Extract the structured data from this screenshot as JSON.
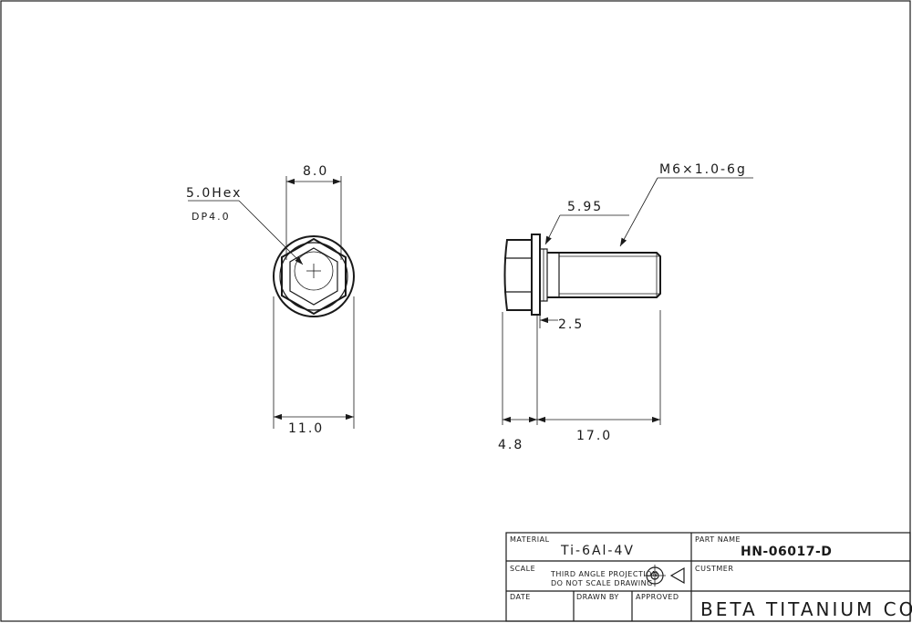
{
  "front_view": {
    "hex_label": "5.0Hex",
    "depth_label": "DP4.0",
    "dim_top": "8.0",
    "dim_bottom": "11.0"
  },
  "side_view": {
    "thread_label": "M6×1.0-6g",
    "flange_label": "5.95",
    "shoulder_label": "2.5",
    "head_length": "4.8",
    "body_length": "17.0"
  },
  "title_block": {
    "material_caption": "MATERIAL",
    "material_value": "Ti-6Al-4V",
    "part_name_caption": "PART NAME",
    "part_name_value": "HN-06017-D",
    "scale_caption": "SCALE",
    "projection_line1": "THIRD ANGLE PROJECTION",
    "projection_line2": "DO NOT SCALE DRAWING",
    "customer_caption": "CUSTMER",
    "date_caption": "DATE",
    "drawn_by_caption": "DRAWN BY",
    "approved_caption": "APPROVED",
    "company": "BETA TITANIUM CO."
  }
}
